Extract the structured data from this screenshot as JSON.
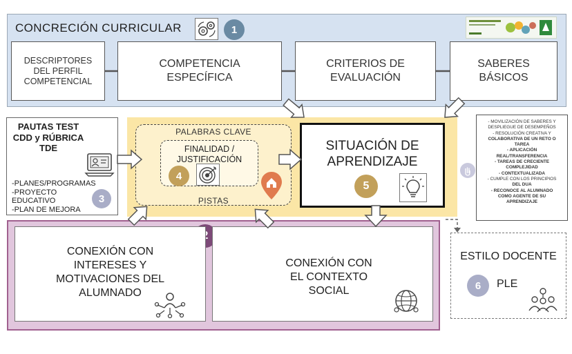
{
  "colors": {
    "top_band": "#d6e2f1",
    "middle_band": "#fbe6a6",
    "bottom_band": "#e1c6dd",
    "pink_border": "#a0608f",
    "badge_blue": "#6a8aa3",
    "badge_purple": "#7d4a78",
    "badge_grey": "#a9adc7",
    "badge_gold": "#c2a05a",
    "home_pin": "#e07b4e"
  },
  "top": {
    "title": "CONCRECIÓN CURRICULAR",
    "badge": "1",
    "boxes": [
      "DESCRIPTORES\nDEL PERFIL\nCOMPETENCIAL",
      "COMPETENCIA\nESPECÍFICA",
      "CRITERIOS DE\nEVALUACIÓN",
      "SABERES\nBÁSICOS"
    ]
  },
  "pautas": {
    "title": "PAUTAS TEST\nCDD y RÚBRICA\nTDE",
    "items": "-PLANES/PROGRAMAS\n-PROYECTO\nEDUCATIVO\n-PLAN DE MEJORA",
    "badge": "3"
  },
  "middle": {
    "palabras": "PALABRAS CLAVE",
    "finalidad": "FINALIDAD /\nJUSTIFICACIÓN",
    "badge4": "4",
    "pistas": "PISTAS",
    "situacion": "SITUACIÓN DE\nAPRENDIZAJE",
    "badge5": "5"
  },
  "side_list": [
    {
      "text": "- MOVILIZACIÓN DE SABERES Y",
      "bold": false
    },
    {
      "text": "DESPLIEGUE DE DESEMPEÑOS",
      "bold": false
    },
    {
      "text": "- RESOLUCIÓN CREATIVA Y",
      "bold": false
    },
    {
      "text": "COLABORATIVA DE UN RETO O",
      "bold": true
    },
    {
      "text": "TAREA",
      "bold": true
    },
    {
      "text": "- APLICACIÓN",
      "bold": true
    },
    {
      "text": "REAL/TRANSFERENCIA",
      "bold": true
    },
    {
      "text": "- TAREAS DE CRECIENTE",
      "bold": true
    },
    {
      "text": "COMPLEJIDAD",
      "bold": true
    },
    {
      "text": "- CONTEXTUALIZADA",
      "bold": true
    },
    {
      "text": "- CUMPLE CON LOS PRINCIPIOS",
      "bold": false
    },
    {
      "text": "DEL DUA",
      "bold": true
    },
    {
      "text": "- RECONOCE AL ALUMNADO",
      "bold": true
    },
    {
      "text": "COMO AGENTE DE SU",
      "bold": true
    },
    {
      "text": "APRENDIZAJE",
      "bold": true
    }
  ],
  "bottom": {
    "badge": "2",
    "intereses": "CONEXIÓN CON\nINTERESES Y\nMOTIVACIONES DEL\nALUMNADO",
    "contexto": "CONEXIÓN CON\nEL CONTEXTO\nSOCIAL"
  },
  "estilo": {
    "title": "ESTILO DOCENTE",
    "badge": "6",
    "label": "PLE"
  },
  "icons": [
    "gears-icon",
    "laptop-user-icon",
    "target-icon",
    "home-pin-icon",
    "lightbulb-icon",
    "hand-icon",
    "network-person-icon",
    "globe-people-icon",
    "group-icon",
    "logo-image"
  ]
}
